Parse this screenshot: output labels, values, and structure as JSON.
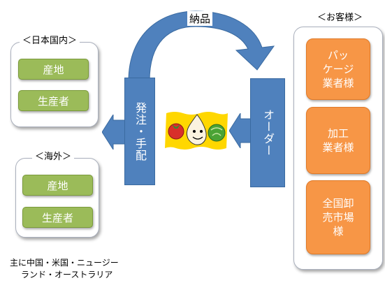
{
  "top_arrow_label": "納品",
  "domestic": {
    "title": "＜日本国内＞",
    "items": [
      "産地",
      "生産者"
    ]
  },
  "overseas": {
    "title": "＜海外＞",
    "items": [
      "産地",
      "生産者"
    ]
  },
  "customers": {
    "title": "＜お客様＞",
    "items": [
      "パッ\nケージ\n業者様",
      "加工\n業者様",
      "全国卸\n売市場\n様"
    ]
  },
  "order_box": "オーダー",
  "purchase_box": "発注・手配",
  "footnote": {
    "line1": "主に中国・米国・ニュージー",
    "line2": "ランド・オーストラリア"
  },
  "colors": {
    "blue": "#4f81bd",
    "green": "#9bbb59",
    "orange": "#f79646"
  },
  "illustration": "vegetables-icon"
}
